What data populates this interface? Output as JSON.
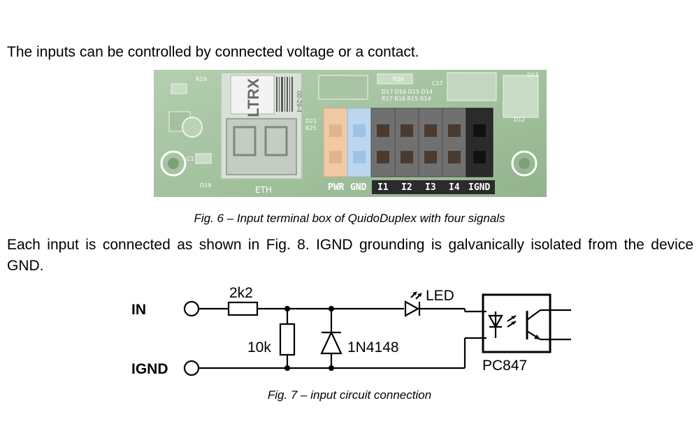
{
  "document": {
    "paragraph1": "The inputs can be controlled by connected voltage or a contact.",
    "figure6": {
      "caption": "Fig. 6 – Input terminal box of QuidoDuplex with four signals",
      "board_labels": {
        "ltrx": "LTRX",
        "eth": "ETH",
        "d19": "D19",
        "r19": "R19",
        "r29": "R29",
        "c17": "C17",
        "c1": "C1",
        "d12": "D12",
        "d13": "D13",
        "d21": "D21",
        "r25": "R25",
        "d17_d14": "D17  D16  D15  D14",
        "r17_r14": "R17  R16  R15  R14",
        "date_code": "00-29-4"
      },
      "terminal_labels": {
        "pwr": "PWR",
        "gnd": "GND",
        "i1": "I1",
        "i2": "I2",
        "i3": "I3",
        "i4": "I4",
        "ignd": "IGND"
      }
    },
    "paragraph2": "Each input is connected as shown in Fig. 8. IGND grounding is galvanically isolated from the device GND.",
    "figure7": {
      "caption": "Fig. 7 – input circuit connection",
      "labels": {
        "in": "IN",
        "ignd": "IGND",
        "r_series": "2k2",
        "r_shunt": "10k",
        "diode": "1N4148",
        "led": "LED",
        "optocoupler": "PC847"
      }
    }
  },
  "colors": {
    "pcb": "#9fbf9a",
    "terminal_orange": "#f0c9a5",
    "terminal_blue": "#bcd6ef",
    "terminal_grey": "#707070",
    "terminal_black": "#2b2b2b",
    "silkscreen": "#ffffff"
  }
}
